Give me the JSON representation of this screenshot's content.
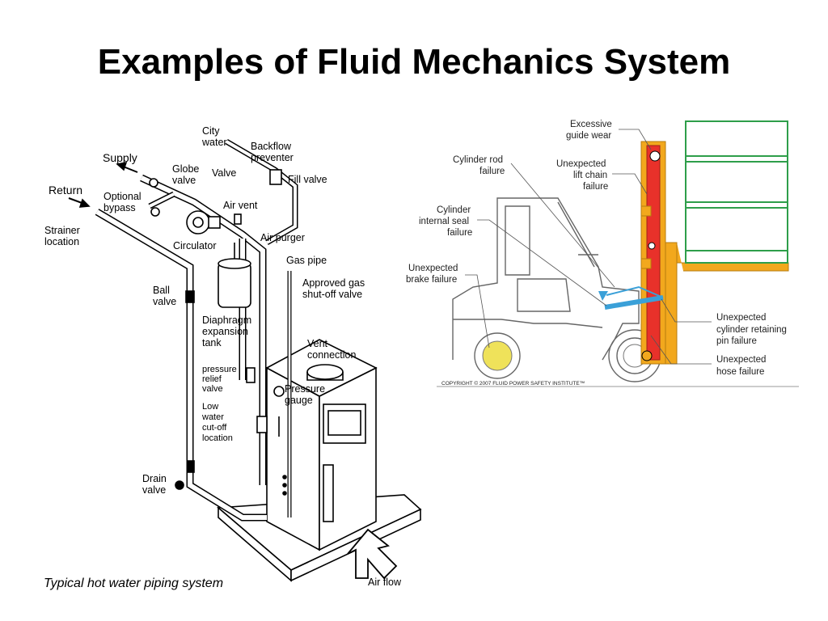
{
  "slide": {
    "title": "Examples of Fluid Mechanics System"
  },
  "left_diagram": {
    "caption": "Typical hot water piping system",
    "labels": {
      "city_water": [
        "City",
        "water"
      ],
      "supply": "Supply",
      "backflow": [
        "Backflow",
        "preventer"
      ],
      "globe_valve": [
        "Globe",
        "valve"
      ],
      "valve": "Valve",
      "fill_valve": "Fill valve",
      "return": "Return",
      "optional_bypass": [
        "Optional",
        "bypass"
      ],
      "air_vent": "Air vent",
      "strainer": [
        "Strainer",
        "location"
      ],
      "air_purger": "Air purger",
      "circulator": "Circulator",
      "gas_pipe": "Gas pipe",
      "ball_valve": [
        "Ball",
        "valve"
      ],
      "approved_gas": [
        "Approved gas",
        "shut-off valve"
      ],
      "diaphragm": [
        "Diaphragm",
        "expansion",
        "tank"
      ],
      "vent_connection": [
        "Vent",
        "connection"
      ],
      "pressure_relief": [
        "pressure",
        "relief",
        "valve"
      ],
      "pressure_gauge": [
        "Pressure",
        "gauge"
      ],
      "low_water": [
        "Low",
        "water",
        "cut-off",
        "location"
      ],
      "drain_valve": [
        "Drain",
        "valve"
      ],
      "air_flow": "Air flow"
    }
  },
  "right_diagram": {
    "copyright": "COPYRIGHT © 2007 FLUID POWER SAFETY INSTITUTE™",
    "labels": {
      "guide_wear": [
        "Excessive",
        "guide wear"
      ],
      "cyl_rod": [
        "Cylinder rod",
        "failure"
      ],
      "lift_chain": [
        "Unexpected",
        "lift chain",
        "failure"
      ],
      "seal": [
        "Cylinder",
        "internal seal",
        "failure"
      ],
      "brake": [
        "Unexpected",
        "brake failure"
      ],
      "retaining_pin": [
        "Unexpected",
        "cylinder retaining",
        "pin failure"
      ],
      "hose": [
        "Unexpected",
        "hose failure"
      ]
    }
  },
  "colors": {
    "cylinder_red": "#e8312a",
    "mast_orange": "#f2a81d",
    "load_green": "#2e9e4a",
    "hose_blue": "#3aa0d8",
    "wheel_yellow": "#efe25a"
  }
}
